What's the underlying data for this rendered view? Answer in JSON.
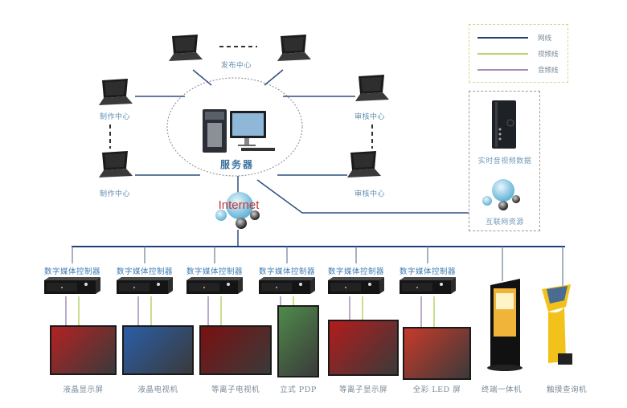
{
  "diagram": {
    "center": {
      "server_label": "服务器",
      "internet_label": "Internet"
    },
    "client_nodes": [
      {
        "id": "publish-left",
        "label": "发布中心",
        "group": "publish"
      },
      {
        "id": "publish-right",
        "label": "",
        "group": "publish"
      },
      {
        "id": "produce-top",
        "label": "制作中心",
        "group": "produce"
      },
      {
        "id": "produce-bottom",
        "label": "制作中心",
        "group": "produce"
      },
      {
        "id": "review-top",
        "label": "审核中心",
        "group": "review"
      },
      {
        "id": "review-bottom",
        "label": "审核中心",
        "group": "review"
      }
    ],
    "legend": {
      "items": [
        {
          "label": "网线",
          "color": "#1f3f7a"
        },
        {
          "label": "视频线",
          "color": "#b7d36b"
        },
        {
          "label": "音频线",
          "color": "#a88db8"
        }
      ]
    },
    "resources": {
      "items": [
        {
          "label": "实时音视频数据",
          "icon": "server-rack-icon"
        },
        {
          "label": "互联网资源",
          "icon": "globe-network-icon"
        }
      ]
    },
    "controllers": [
      {
        "label": "数字媒体控制器",
        "display": "液晶显示屏"
      },
      {
        "label": "数字媒体控制器",
        "display": "液晶电视机"
      },
      {
        "label": "数字媒体控制器",
        "display": "等离子电视机"
      },
      {
        "label": "数字媒体控制器",
        "display": "立式 PDP"
      },
      {
        "label": "数字媒体控制器",
        "display": "等离子显示屏"
      },
      {
        "label": "数字媒体控制器",
        "display": "全彩 LED 屏"
      }
    ],
    "standalone_displays": [
      {
        "label": "终端一体机"
      },
      {
        "label": "触摸查询机"
      }
    ],
    "colors": {
      "network_line": "#1f3f7a",
      "video_line": "#b7d36b",
      "audio_line": "#a88db8",
      "label_blue": "#3d7bb5",
      "internet_red": "#c0393a"
    }
  }
}
